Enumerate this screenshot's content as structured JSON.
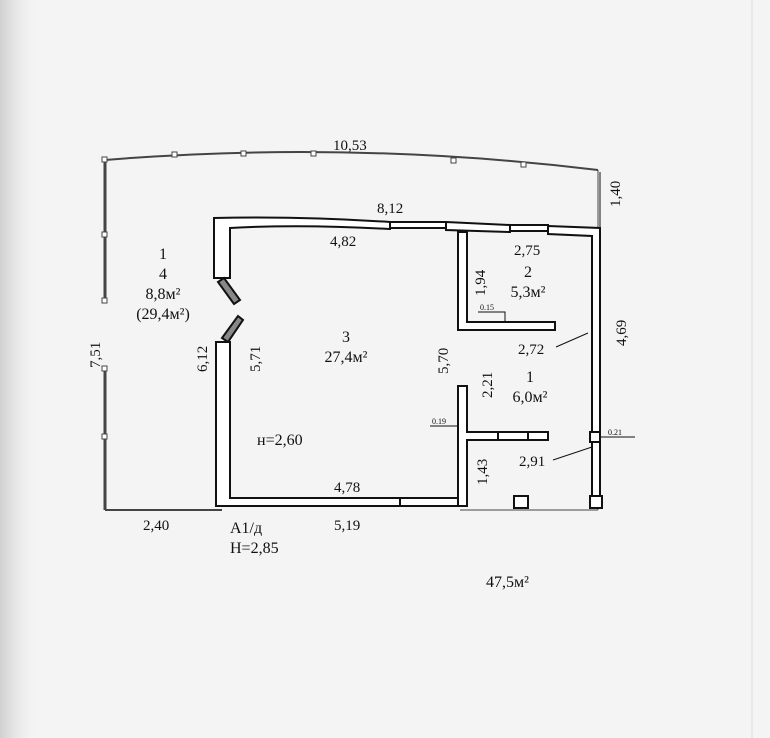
{
  "veranda": {
    "number": "1",
    "room": "4",
    "area": "8,8м²",
    "area_total": "(29,4м²)"
  },
  "rooms": [
    {
      "number": "3",
      "area": "27,4м²"
    },
    {
      "number": "2",
      "area": "5,3м²"
    },
    {
      "number": "1",
      "area": "6,0м²"
    }
  ],
  "dimensions": {
    "top_outer": "10,53",
    "top_wall": "8,12",
    "room3_top": "4,82",
    "room2_top": "2,75",
    "right_small": "1,40",
    "right_wall": "4,69",
    "left_outer": "7,51",
    "left_wall_outer": "6,12",
    "left_wall_inner": "5,71",
    "partition": "5,70",
    "room2_side": "1,94",
    "room1_side": "2,21",
    "room1_width": "2,72",
    "bath_width": "2,91",
    "bath_side": "1,43",
    "room3_bottom": "4,78",
    "bottom_wall": "5,19",
    "veranda_bottom": "2,40",
    "wall_015": "0.15",
    "wall_019": "0.19",
    "wall_021": "0.21"
  },
  "room_height": "н=2,60",
  "building": {
    "letter": "А1/д",
    "height": "Н=2,85"
  },
  "total_area": "47,5м²"
}
